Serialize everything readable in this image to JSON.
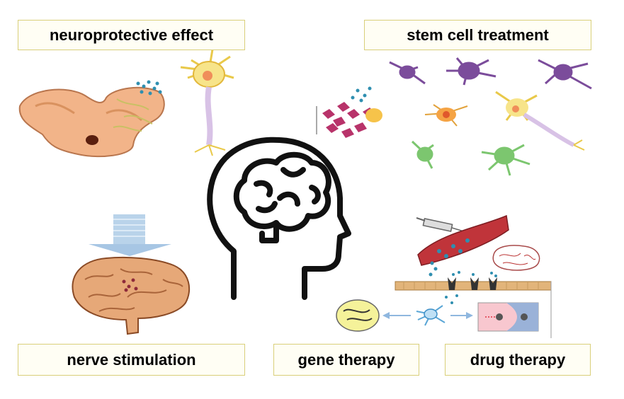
{
  "labels": {
    "neuroprotective": "neuroprotective effect",
    "stem_cell": "stem cell treatment",
    "nerve_stimulation": "nerve stimulation",
    "gene_therapy": "gene therapy",
    "drug_therapy": "drug therapy"
  },
  "icons": [
    "brain-head-icon",
    "cell-icon",
    "neuron-icon",
    "brain-icon",
    "syringe-icon",
    "blood-vessel-icon"
  ],
  "colors": {
    "label_border": "#d9cf7a",
    "label_fill": "#fffef4",
    "cell_fill": "#f2b489",
    "neuron_yellow": "#f7e48a",
    "neuron_purple": "#7b4c9b",
    "neuron_green": "#7cc66f",
    "brain_fill": "#e6a878",
    "vessel_red": "#c0343a",
    "dots_blue": "#2f8fb0"
  }
}
